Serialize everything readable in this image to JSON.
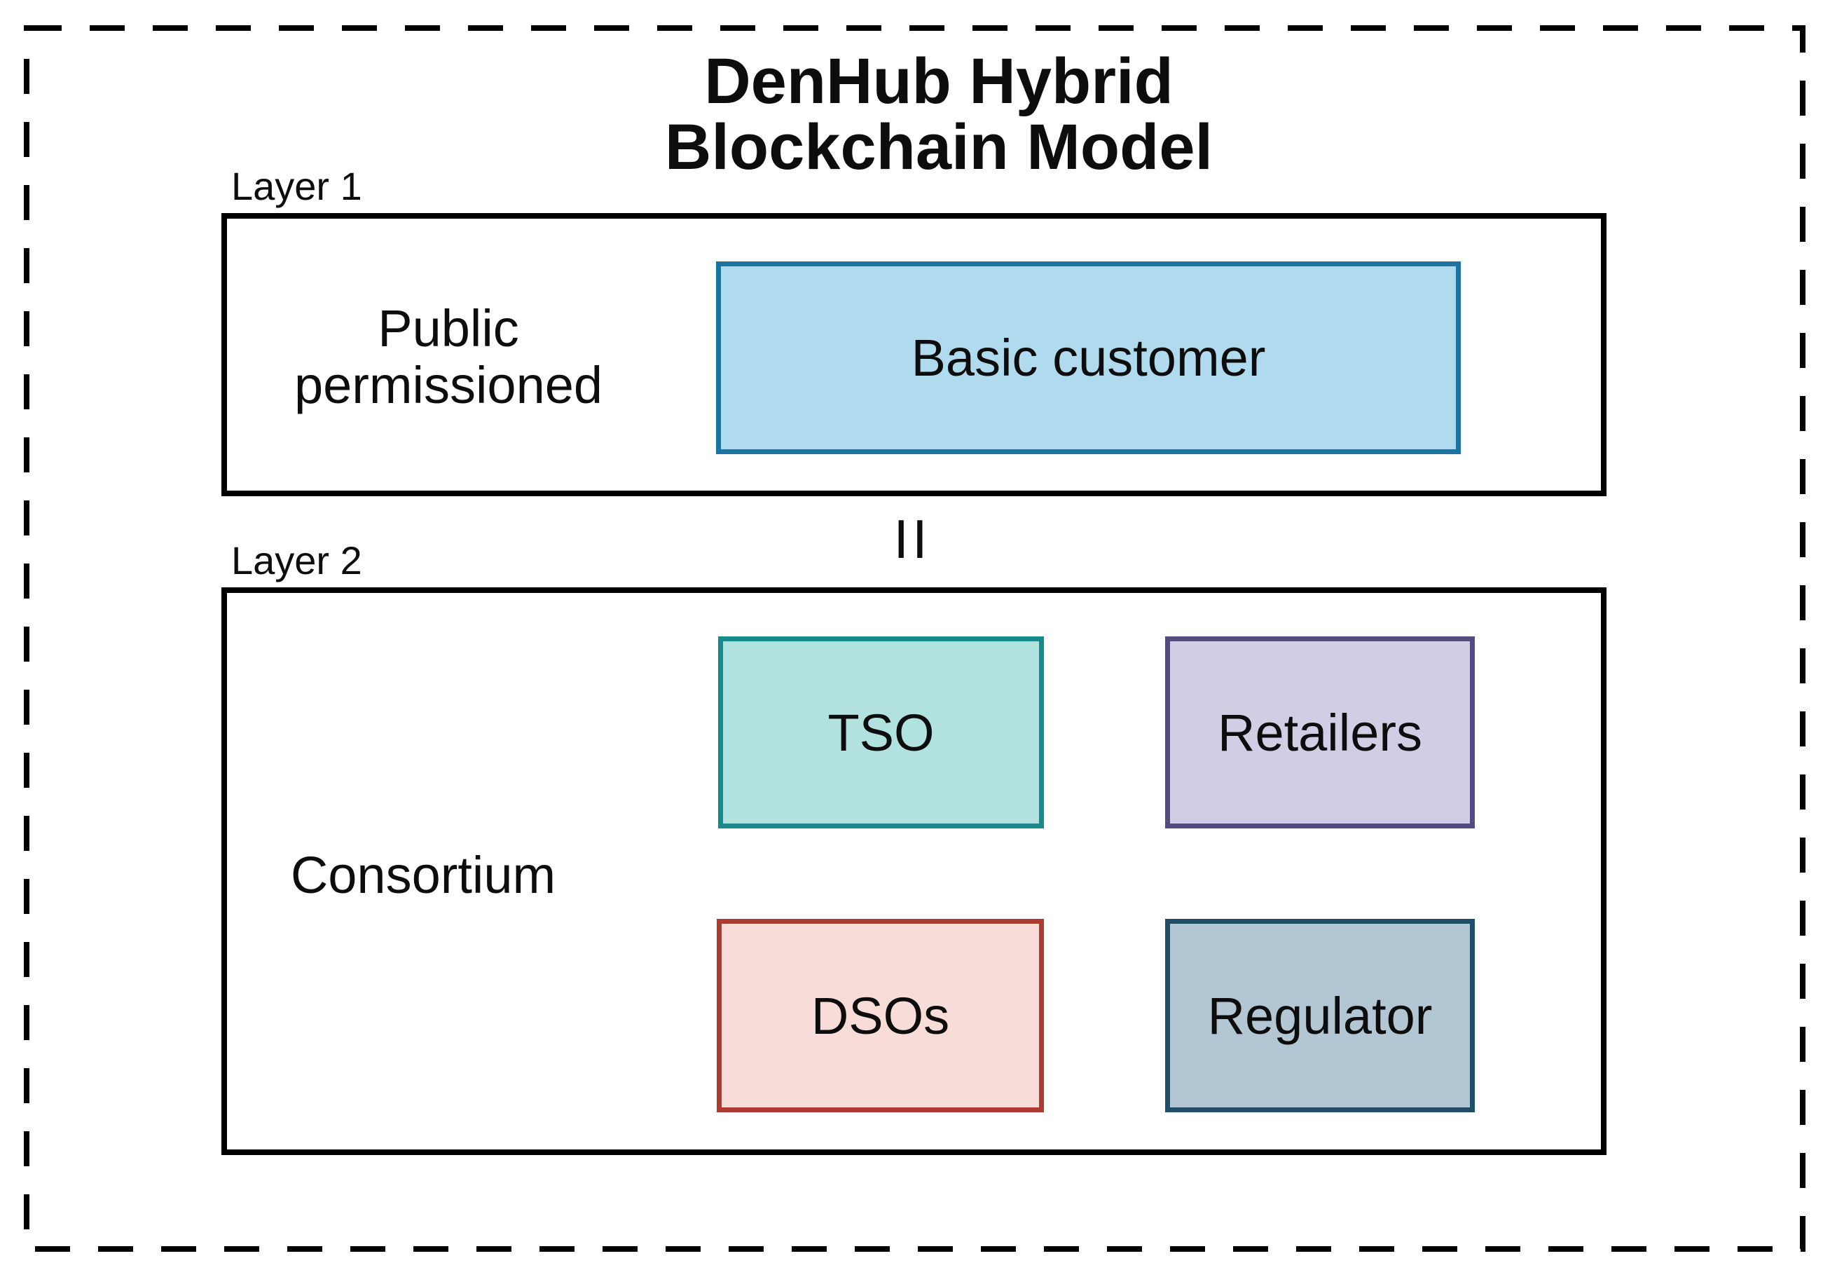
{
  "diagram": {
    "title": "DenHub Hybrid\nBlockchain Model",
    "connector_symbol": "II",
    "layer1": {
      "caption": "Layer 1",
      "side_label": "Public permissioned",
      "nodes": {
        "basic_customer": {
          "label": "Basic customer",
          "fill": "#B0DBEE",
          "border": "#1B74A2"
        }
      }
    },
    "layer2": {
      "caption": "Layer 2",
      "side_label": "Consortium",
      "nodes": {
        "tso": {
          "label": "TSO",
          "fill": "#B2E2E0",
          "border": "#178A8C"
        },
        "retailers": {
          "label": "Retailers",
          "fill": "#D0CEE4",
          "border": "#514D80"
        },
        "dsos": {
          "label": "DSOs",
          "fill": "#F8DCD8",
          "border": "#AE3B30"
        },
        "regulator": {
          "label": "Regulator",
          "fill": "#B3C6D3",
          "border": "#204E6A"
        }
      }
    },
    "colors": {
      "outline": "#000000",
      "text": "#0d0d0d",
      "background": "#FFFFFF"
    }
  }
}
